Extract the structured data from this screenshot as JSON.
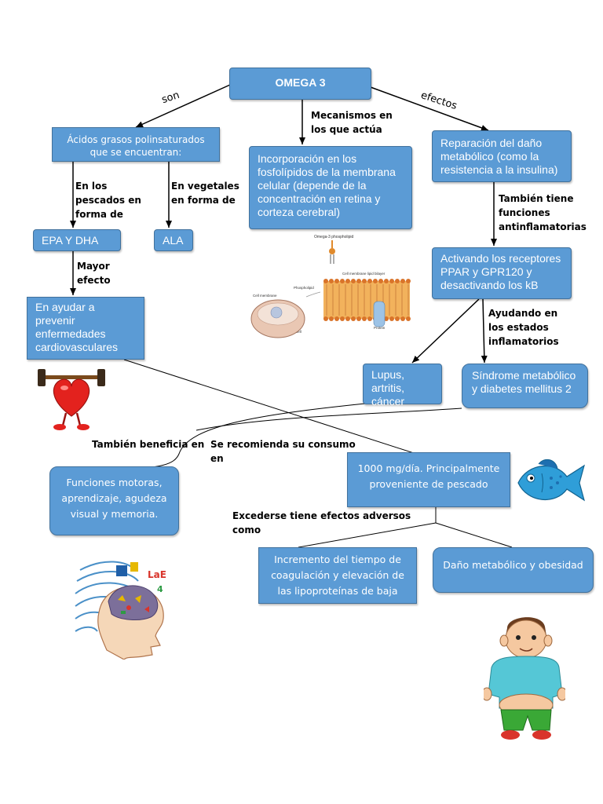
{
  "nodes": {
    "omega3": "OMEGA 3",
    "acidos": "Ácidos grasos polinsaturados que se encuentran:",
    "incorporacion": "Incorporación en los fosfolípidos de la membrana celular (depende de la concentración en retina y corteza cerebral)",
    "reparacion": "Reparación del daño metabólico (como la resistencia a la insulina)",
    "epa_dha": "EPA Y DHA",
    "ala": "ALA",
    "cardio": "En ayudar a prevenir enfermedades cardiovasculares",
    "receptores": "Activando los receptores PPAR y GPR120 y desactivando los kB",
    "lupus": "Lupus, artritis, cáncer",
    "sindrome": "Síndrome metabólico y diabetes mellitus 2",
    "funciones": "Funciones motoras, aprendizaje, agudeza visual y memoria.",
    "dosis": "1000 mg/día. Principalmente proveniente de pescado",
    "coagulacion": "Incremento del tiempo de coagulación y elevación de las lipoproteínas de baja",
    "dano": "Daño metabólico y obesidad"
  },
  "labels": {
    "son": "son",
    "efectos": "efectos",
    "mecanismos": "Mecanismos en los que actúa",
    "pescados": "En los pescados en forma de",
    "vegetales": "En vegetales en forma de",
    "mayor_efecto": "Mayor efecto",
    "antiinflamatorias": "También tiene funciones antinflamatorias",
    "ayudando": "Ayudando en los estados inflamatorios",
    "beneficia": "También beneficia en",
    "recomienda": "Se recomienda su consumo en",
    "excederse": "Excederse tiene efectos adversos como"
  },
  "membrane_figure": {
    "omega3_phospholipid": "Omega-3 phospholipid",
    "cell_membrane_lipid_bilayer": "Cell membrane lipid bilayer",
    "cell_membrane": "Cell membrane",
    "phospholipid": "Phospholipid",
    "protein": "Protein",
    "cell": "Cell"
  },
  "colors": {
    "box_fill": "#5b9bd5",
    "box_border": "#41719c",
    "text_on_box": "#ffffff"
  }
}
